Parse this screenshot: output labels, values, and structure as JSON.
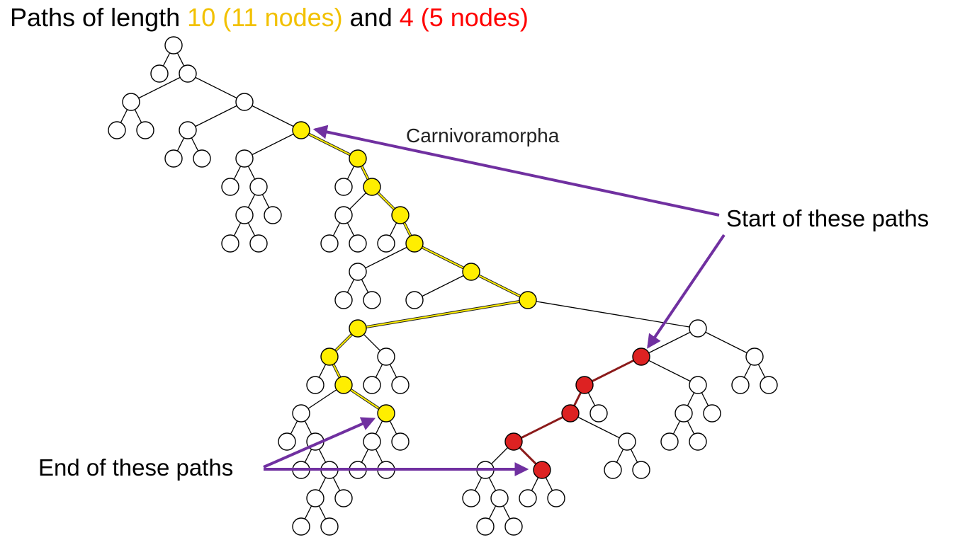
{
  "title": {
    "prefix": "Paths of length ",
    "yellow_part": "10 (11 nodes)",
    "middle": " and ",
    "red_part": "4 (5 nodes)"
  },
  "annotations": {
    "clade": "Carnivoramorpha",
    "start": "Start of these paths",
    "end": "End of these paths"
  },
  "colors": {
    "yellow_path": "#ffee00",
    "yellow_title": "#f2c100",
    "red_path": "#dd2222",
    "red_edge": "#8b1a1a",
    "red_title": "#ff0000",
    "arrow": "#7030a0",
    "node_outline": "#000000"
  }
}
